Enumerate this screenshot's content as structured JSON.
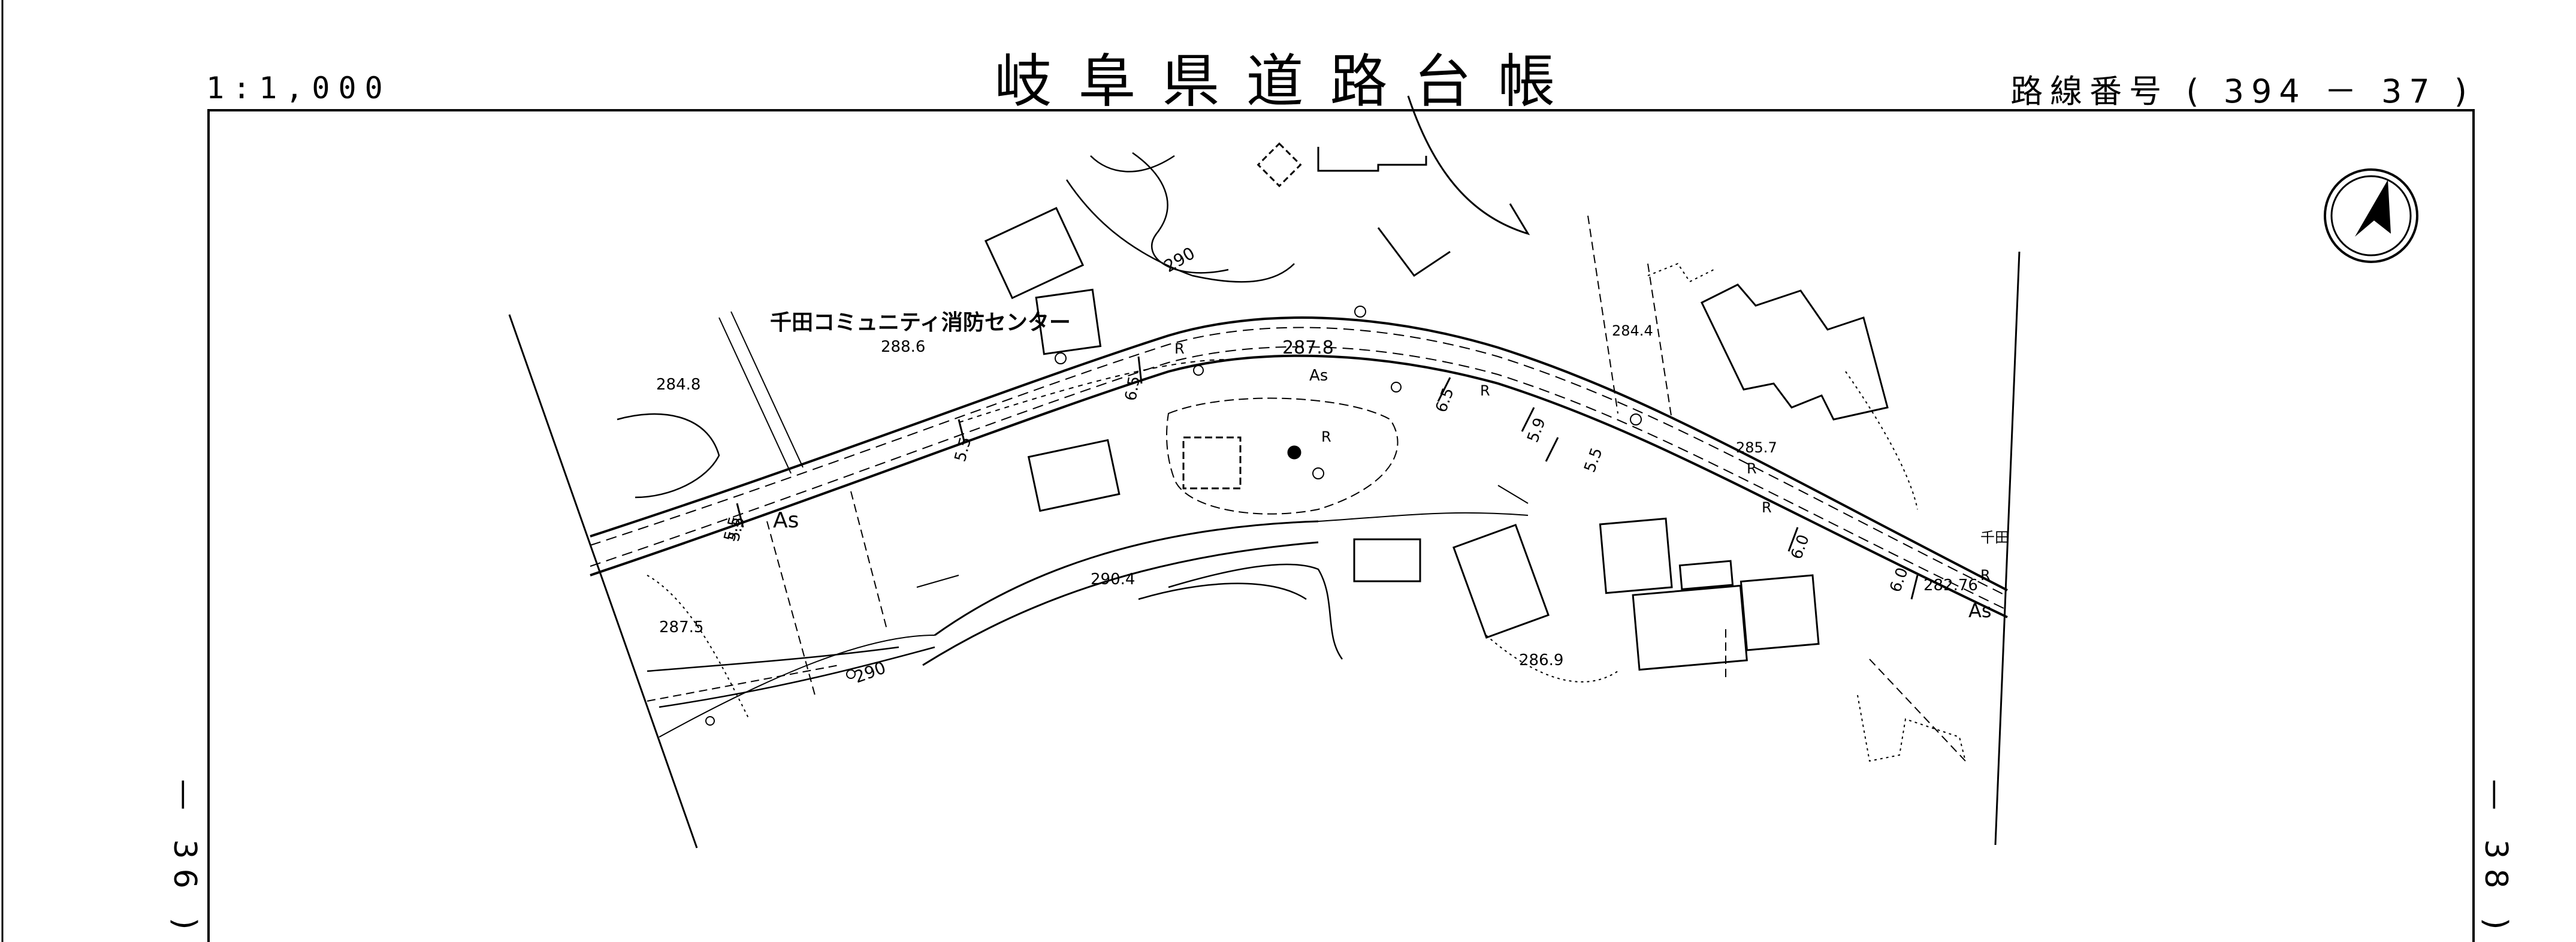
{
  "header": {
    "title": "岐阜県道路台帳",
    "scale": "1:1,000",
    "route_label": "路線番号",
    "route_open": "(",
    "route_number": "394",
    "route_dash": "－",
    "route_sheet": "37",
    "route_close": ")"
  },
  "adjacent_sheets": {
    "left": "— 36 )",
    "right": "— 38 )"
  },
  "map": {
    "facility_name": "千田コミュニティ消防センター",
    "surface_codes": [
      "As",
      "As",
      "As"
    ],
    "lane_markers": [
      "R",
      "R",
      "R",
      "R",
      "R",
      "R"
    ],
    "width_labels": [
      "5.5",
      "5.5",
      "6.5",
      "6.5",
      "5.5",
      "5.9",
      "6.0",
      "6.0",
      "5.5"
    ],
    "spot_heights": [
      "288.6",
      "284.8",
      "287.8",
      "284.4",
      "285.7",
      "287.5",
      "290.4",
      "286.9",
      "282.76"
    ],
    "contour_labels": [
      "290",
      "290"
    ],
    "place_fragment": "千田"
  },
  "colors": {
    "ink": "#000000",
    "paper": "#ffffff"
  },
  "icons": [
    "north-arrow-icon"
  ]
}
